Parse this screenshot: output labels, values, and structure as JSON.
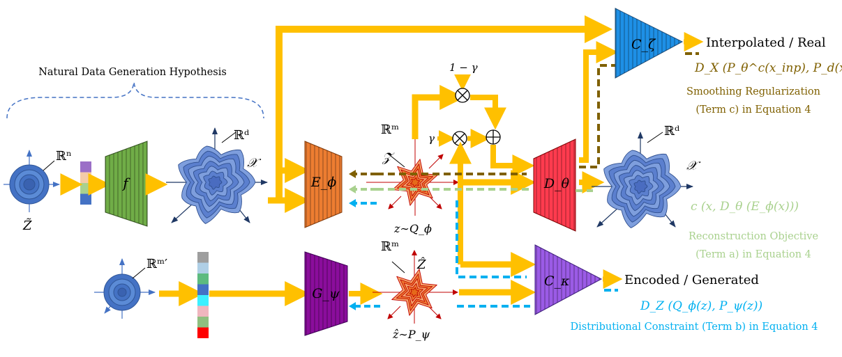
{
  "hypothesis_label": "Natural Data Generation Hypothesis",
  "spaces": {
    "latent_tilde": "ℝⁿ",
    "latent_tilde_var": "Z̃",
    "data_left": "ℝᵈ",
    "data_left_var": "𝒳",
    "latent_m": "ℝᵐ",
    "latent_m_var": "𝒵",
    "latent_m_caption": "z∼Q_ϕ",
    "latent_m_prime": "ℝᵐ′",
    "latent_hat": "ℝᵐ",
    "latent_hat_var": "Ẑ",
    "latent_hat_caption": "ẑ∼P_ψ",
    "data_right": "ℝᵈ",
    "data_right_var": "𝒳"
  },
  "blocks": {
    "f": "f",
    "encoder": "E_ϕ",
    "decoder": "D_θ",
    "generator": "G_ψ",
    "critic_zeta": "C_ζ",
    "critic_kappa": "C_κ"
  },
  "operators": {
    "one_minus_gamma": "1 − γ",
    "gamma": "γ",
    "multiply_symbol": "⊗",
    "add_symbol": "⊕"
  },
  "outputs": {
    "interpolated_real": "Interpolated / Real",
    "encoded_generated": "Encoded / Generated"
  },
  "terms": {
    "c_formula": "D_X (P_θ^c(x_inp), P_d(x))",
    "c_title": "Smoothing Regularization",
    "c_subtitle": "(Term c) in Equation 4",
    "a_formula": "c (x, D_θ (E_ϕ(x)))",
    "a_title": "Reconstruction Objective",
    "a_subtitle": "(Term a) in Equation 4",
    "b_formula": "D_Z (Q_ϕ(z), P_ψ(z))",
    "b_title": "Distributional Constraint (Term b) in Equation 4"
  },
  "colors": {
    "arrow": "#FFC000",
    "term_c": "#7F6000",
    "term_a": "#A9D18E",
    "term_b": "#00B0F0",
    "blob": "#5B7FCE",
    "f_block": "#70AD47",
    "encoder": "#ED7D31",
    "decoder": "#FF3B4E",
    "generator": "#8B0D9C",
    "critic_zeta": "#1E90E6",
    "critic_kappa": "#9B5BE6"
  },
  "code_bars_top": [
    "#9B6FC7",
    "#F4CBA8",
    "#A9D18E",
    "#4472C4"
  ],
  "code_bars_bottom": [
    "#9E9E9E",
    "#AFCFE6",
    "#5DBB7F",
    "#4472C4",
    "#3CF0FF",
    "#F0B6BE",
    "#8FBF7F",
    "#FF0000"
  ]
}
